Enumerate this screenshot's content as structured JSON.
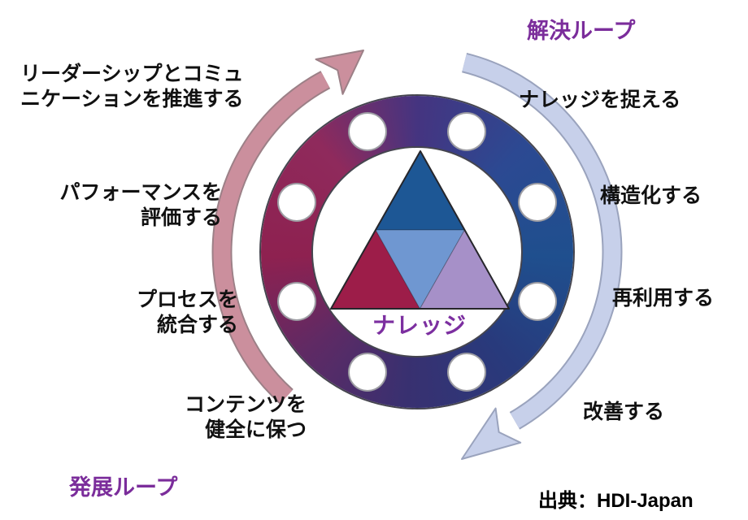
{
  "diagram": {
    "name": "KCS double loop diagram",
    "center": {
      "label": "ナレッジ"
    },
    "solve_loop": {
      "title": "解決ループ",
      "steps": [
        {
          "lines": [
            "ナレッジを捉える"
          ]
        },
        {
          "lines": [
            "構造化する"
          ]
        },
        {
          "lines": [
            "再利用する"
          ]
        },
        {
          "lines": [
            "改善する"
          ]
        }
      ]
    },
    "evolve_loop": {
      "title": "発展ループ",
      "steps": [
        {
          "lines": [
            "リーダーシップとコミュ",
            "ニケーションを推進する"
          ]
        },
        {
          "lines": [
            "パフォーマンスを",
            "評価する"
          ]
        },
        {
          "lines": [
            "プロセスを",
            "統合する"
          ]
        },
        {
          "lines": [
            "コンテンツを",
            "健全に保つ"
          ]
        }
      ]
    },
    "source": "出典：HDI-Japan",
    "colors": {
      "accent_purple": "#7b2d9b",
      "knowledge_purple": "#7c2fa0",
      "label_color": "#111111",
      "outline_dark": "#45454f",
      "ring_top": "#453480",
      "ring_top_right": "#2c4992",
      "ring_right": "#1f4f8e",
      "ring_bottom_right": "#283a7c",
      "ring_bottom": "#393070",
      "ring_bottom_left": "#5f2a64",
      "ring_left": "#8e2150",
      "ring_top_left": "#8f2a5c",
      "tri_top": "#1d5795",
      "tri_mid": "#6f97d1",
      "tri_left": "#9d1d49",
      "tri_right": "#a690c8",
      "arrow_pink": "#cb8f9d",
      "arrow_pink_edge": "#9c8087",
      "arrow_blue": "#c7d0ea",
      "arrow_blue_edge": "#9aa3bd"
    }
  }
}
